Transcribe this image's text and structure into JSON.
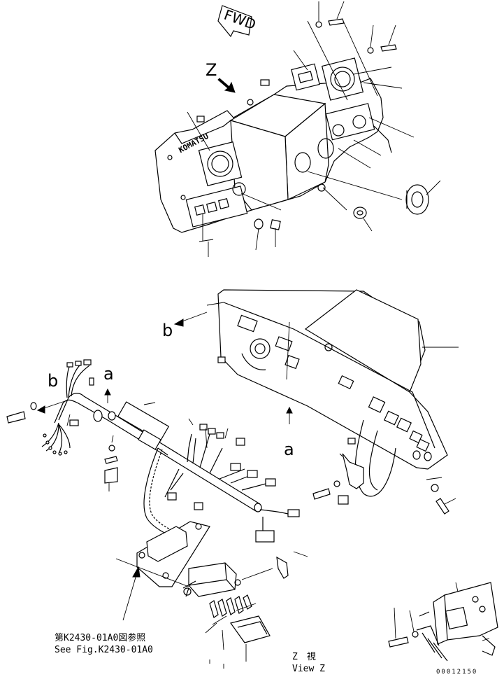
{
  "labels": {
    "fwd": "FWD",
    "view_letter_top": "Z",
    "brand": "KOMATSU",
    "arrow_b_upper": "b",
    "arrow_b_lower": "b",
    "arrow_a_left": "a",
    "arrow_a_right": "a",
    "see_fig_jp": "第K2430-01A0図参照",
    "see_fig_en": "See Fig.K2430-01A0",
    "view_z_jp": "Z　視",
    "view_z_en": "View Z",
    "figure_number": "00012150"
  }
}
